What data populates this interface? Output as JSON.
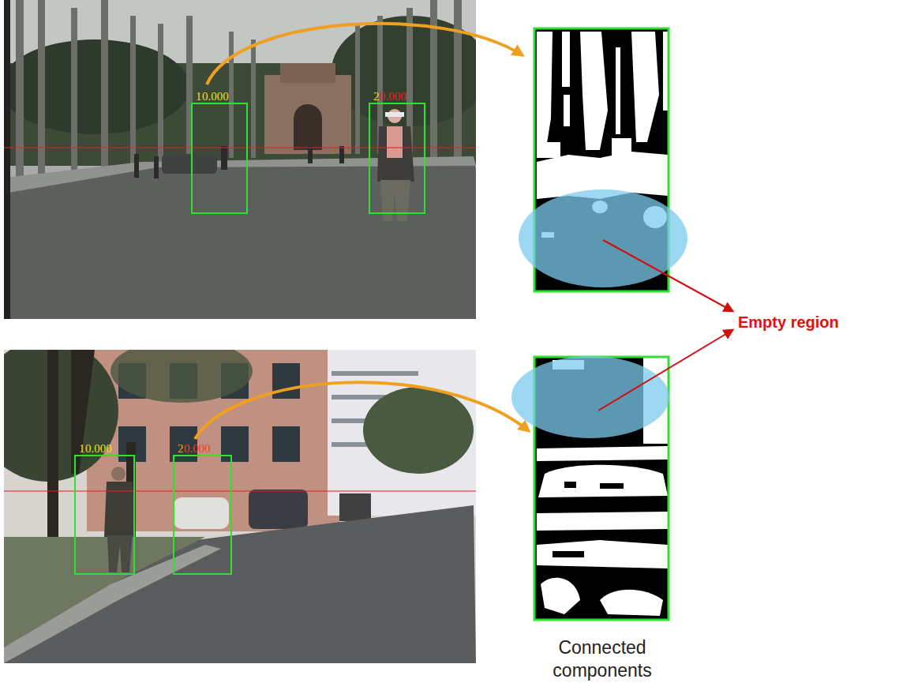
{
  "diagram": {
    "labels": [
      "1",
      "0.000",
      "2",
      "0.000",
      "1",
      "0.000",
      "2",
      "0.000",
      "Empty region",
      "Connected components"
    ]
  }
}
